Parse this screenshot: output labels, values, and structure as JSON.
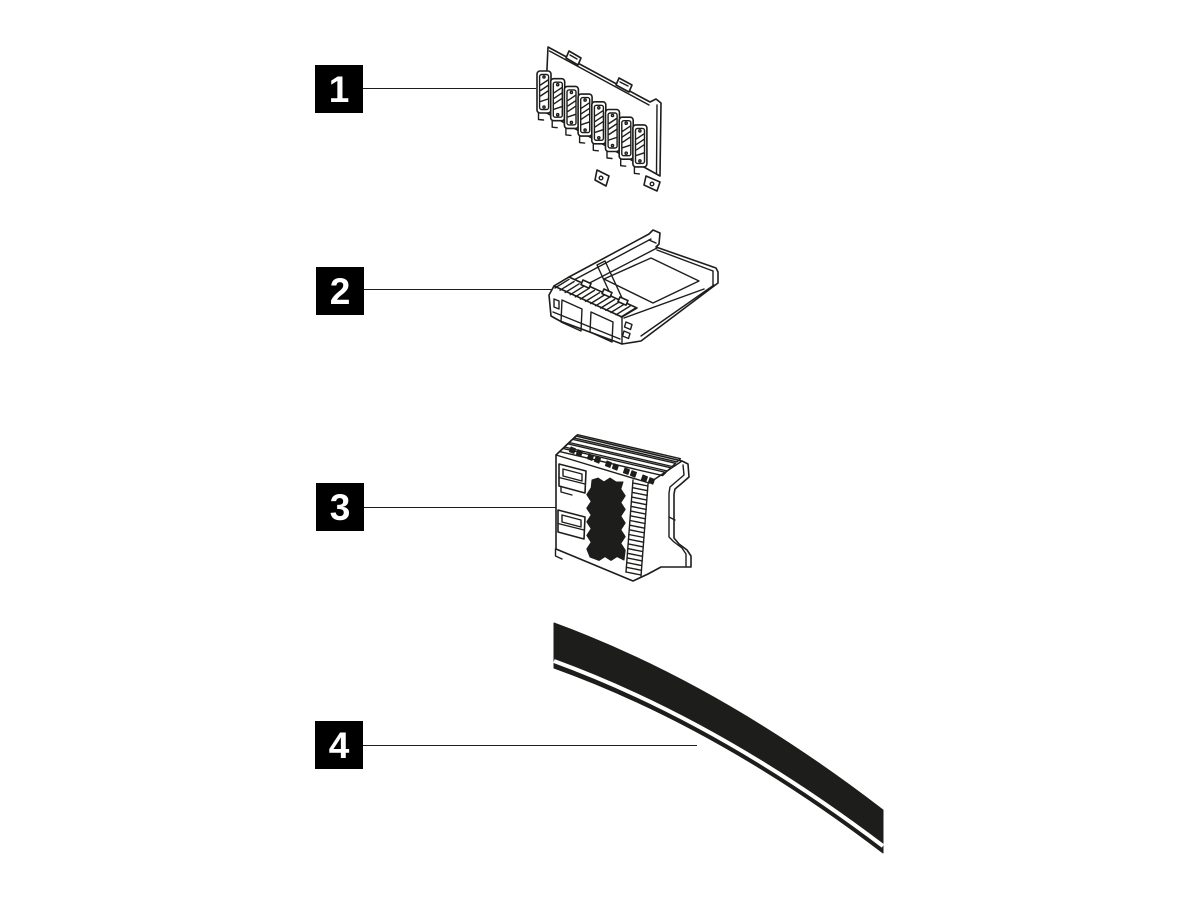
{
  "figure": {
    "type": "parts-callout-diagram",
    "background_color": "#ffffff",
    "ink_color": "#1d1d1b",
    "callout_box_color": "#000000",
    "callout_number_color": "#ffffff"
  },
  "callouts": [
    {
      "label": "1",
      "part_illustration": "drive-backplane-icon"
    },
    {
      "label": "2",
      "part_illustration": "drive-tray-filler-icon"
    },
    {
      "label": "3",
      "part_illustration": "cable-connector-icon"
    },
    {
      "label": "4",
      "part_illustration": "flat-cable-icon"
    }
  ]
}
